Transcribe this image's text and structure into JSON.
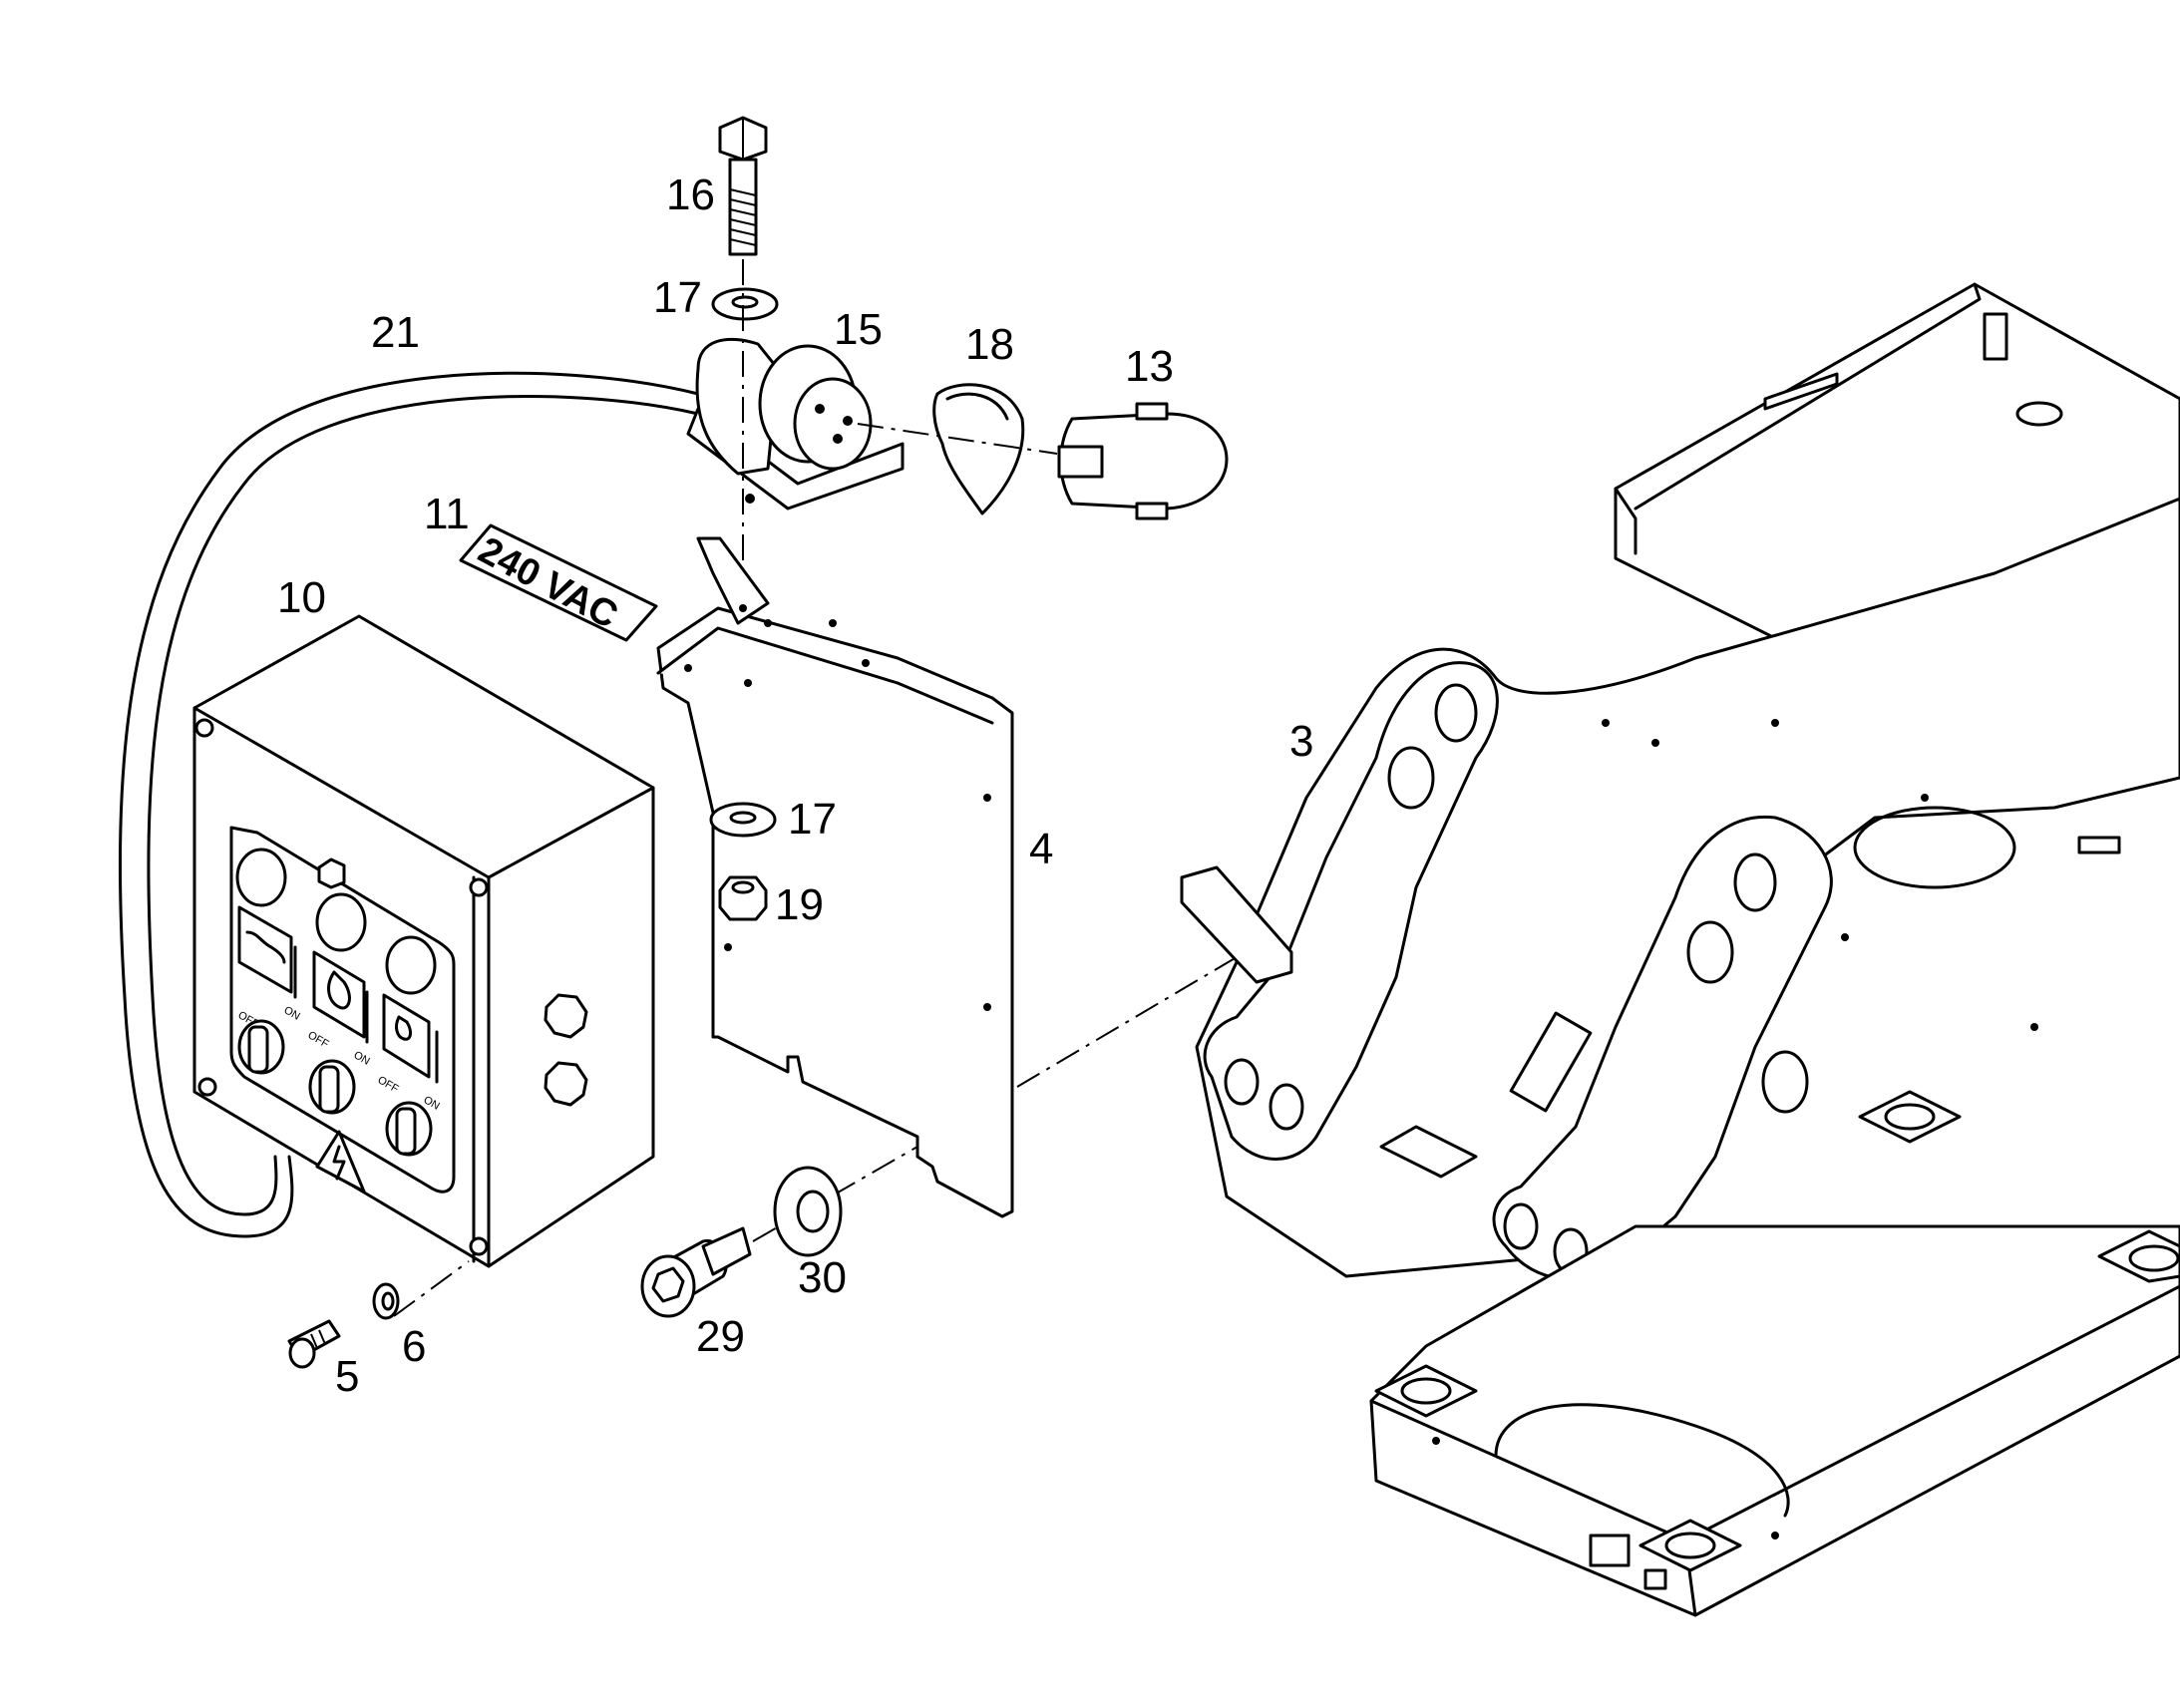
{
  "callouts": [
    {
      "id": "c16",
      "text": "16"
    },
    {
      "id": "c17a",
      "text": "17"
    },
    {
      "id": "c15",
      "text": "15"
    },
    {
      "id": "c18",
      "text": "18"
    },
    {
      "id": "c13",
      "text": "13"
    },
    {
      "id": "c21",
      "text": "21"
    },
    {
      "id": "c11",
      "text": "11"
    },
    {
      "id": "c10",
      "text": "10"
    },
    {
      "id": "c3",
      "text": "3"
    },
    {
      "id": "c17b",
      "text": "17"
    },
    {
      "id": "c4",
      "text": "4"
    },
    {
      "id": "c19",
      "text": "19"
    },
    {
      "id": "c30",
      "text": "30"
    },
    {
      "id": "c29",
      "text": "29"
    },
    {
      "id": "c6",
      "text": "6"
    },
    {
      "id": "c5",
      "text": "5"
    }
  ],
  "decal": {
    "text": "240 VAC"
  },
  "control_panel": {
    "switch_off_label": "OFF",
    "switch_on_label": "ON"
  }
}
